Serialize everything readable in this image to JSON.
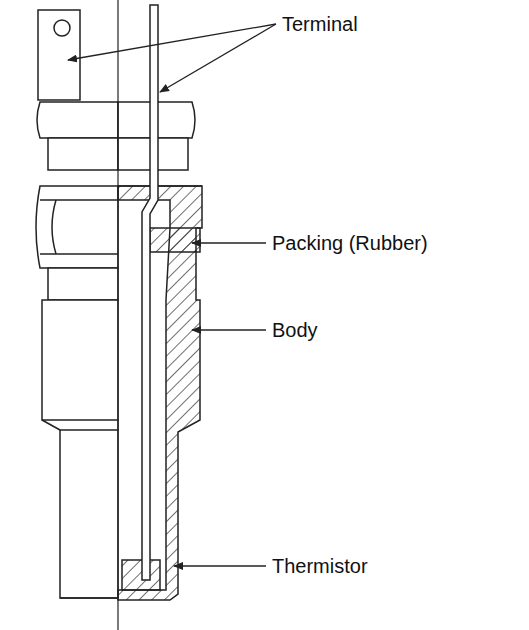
{
  "diagram": {
    "labels": [
      "Terminal",
      "Packing (Rubber)",
      "Body",
      "Thermistor"
    ]
  }
}
